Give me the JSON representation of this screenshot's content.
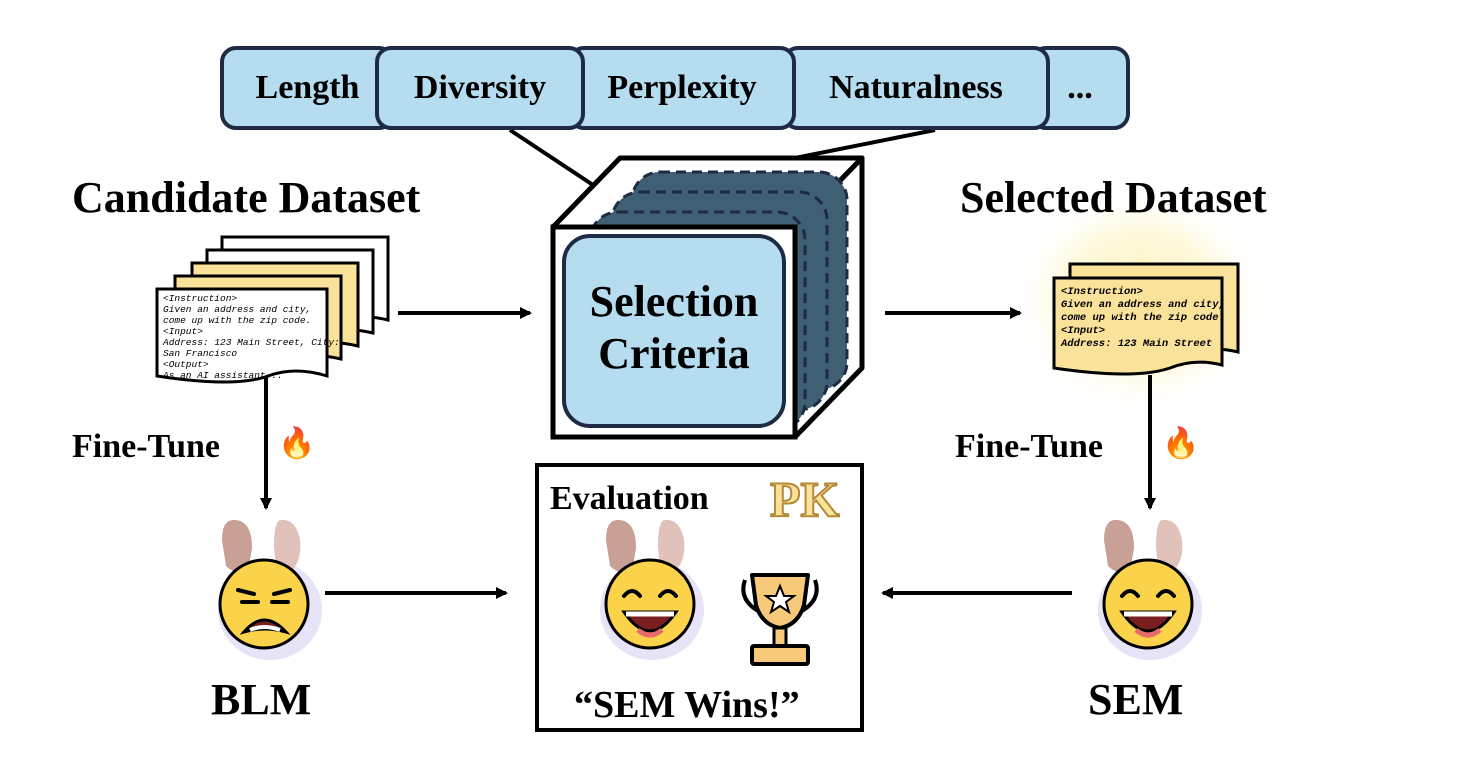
{
  "criteria": [
    "Length",
    "Diversity",
    "Perplexity",
    "Naturalness",
    "..."
  ],
  "candidate_title": "Candidate Dataset",
  "selected_title": "Selected Dataset",
  "selection_box": {
    "line1": "Selection",
    "line2": "Criteria"
  },
  "candidate_doc": [
    "<Instruction>",
    "Given an address and city,",
    "come up with the zip code.",
    "<Input>",
    "Address: 123 Main Street, City:",
    "San Francisco",
    "<Output>",
    "As an AI assistant..."
  ],
  "selected_doc": [
    "<Instruction>",
    "Given an address and city,",
    "come up with the zip code.",
    "<Input>",
    "Address: 123 Main Street"
  ],
  "fine_tune_label": "Fine-Tune",
  "fire_icon": "🔥",
  "blm_label": "BLM",
  "sem_label": "SEM",
  "evaluation_label": "Evaluation",
  "pk_label": "PK",
  "sem_wins_label": "“SEM Wins!”",
  "colors": {
    "tab_fill": "#b6dcef",
    "dark_blue": "#3f5f72",
    "doc_yellow": "#fae29a",
    "outline": "#1f2a44",
    "glow": "#fff0b0",
    "face": "#fbd34a",
    "ear": "#c9a095"
  }
}
